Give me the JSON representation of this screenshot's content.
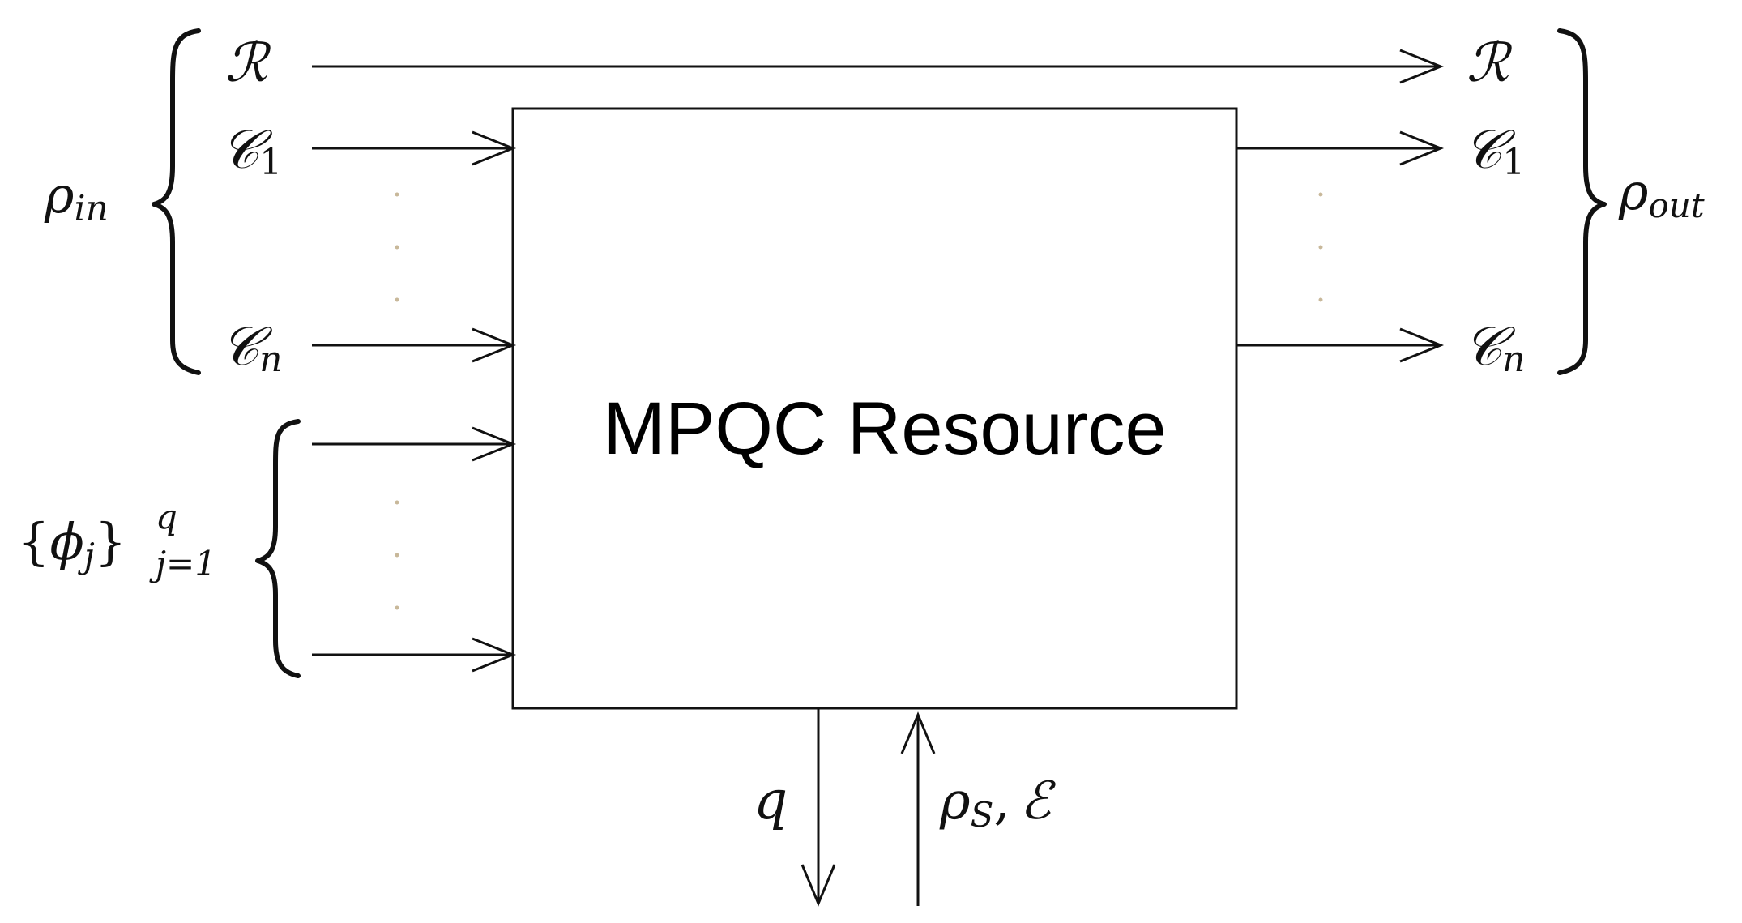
{
  "box": {
    "label": "MPQC Resource"
  },
  "left": {
    "rho_in": {
      "base": "ρ",
      "sub": "in"
    },
    "registers": {
      "R": "ℛ",
      "C1": {
        "base": "𝒞",
        "sub": "1"
      },
      "Cn": {
        "base": "𝒞",
        "sub": "n"
      }
    },
    "phi_group": {
      "open": "{",
      "base": "ϕ",
      "sub_inner": "j",
      "close": "}",
      "sup": "q",
      "sub_outer": "j=1"
    }
  },
  "right": {
    "rho_out": {
      "base": "ρ",
      "sub": "out"
    },
    "registers": {
      "R": "ℛ",
      "C1": {
        "base": "𝒞",
        "sub": "1"
      },
      "Cn": {
        "base": "𝒞",
        "sub": "n"
      }
    }
  },
  "bottom": {
    "q_label": "q",
    "rhoS": {
      "base": "ρ",
      "sub": "S",
      "sep": ",",
      "eps": "ℰ"
    }
  },
  "colors": {
    "stroke": "#111111",
    "ellipsis_dots": "#c8b89a",
    "background": "#ffffff"
  }
}
